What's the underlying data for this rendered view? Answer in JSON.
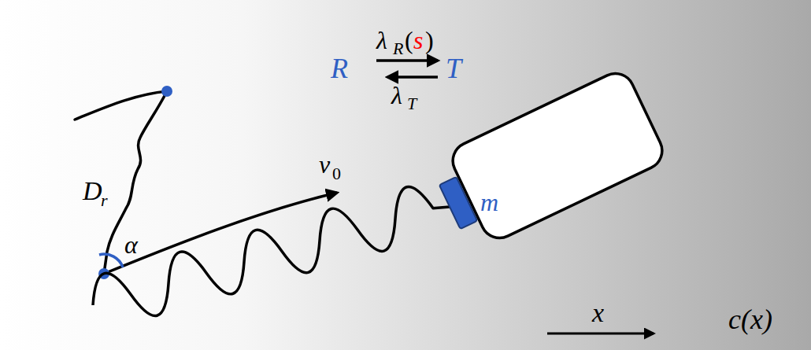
{
  "diagram": {
    "labels": [
      "λ",
      "R",
      "(",
      "s",
      ")",
      "R",
      "T",
      "λ",
      "T",
      "D",
      "r",
      "α",
      "v",
      "0",
      "m",
      "x",
      "c(x)"
    ]
  }
}
